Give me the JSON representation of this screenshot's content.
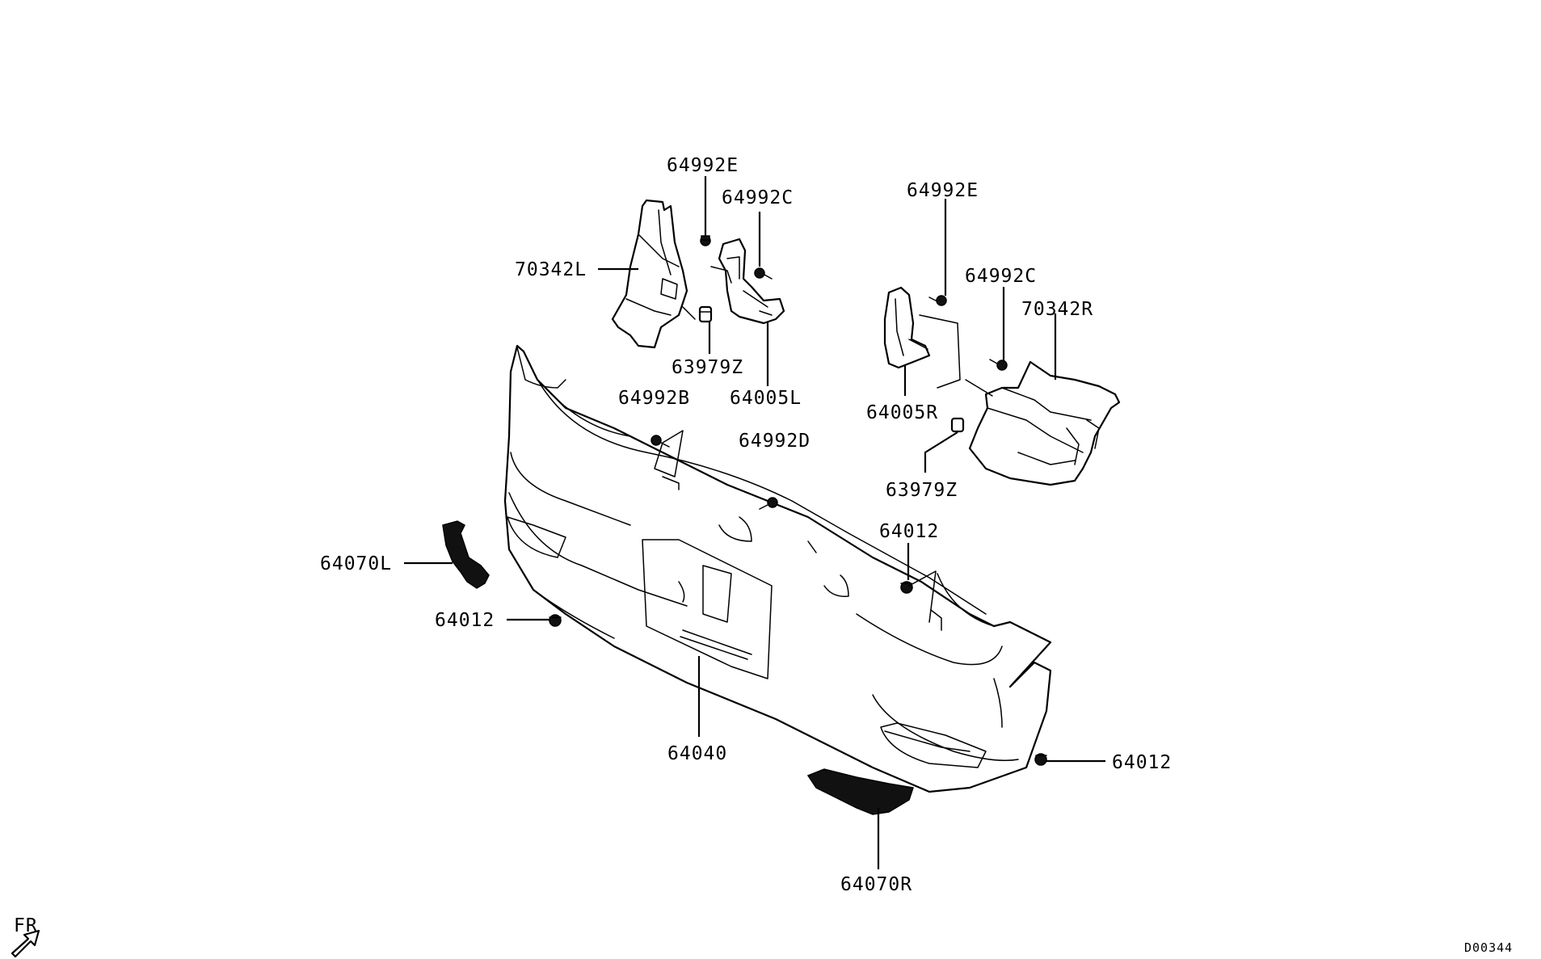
{
  "diagram": {
    "code": "D00344",
    "direction_marker": "FR",
    "labels": {
      "p64992E_left": "64992E",
      "p64992C_left": "64992C",
      "p70342L": "70342L",
      "p63979Z_left": "63979Z",
      "p64005L": "64005L",
      "p64992B": "64992B",
      "p64992D": "64992D",
      "p64992E_right": "64992E",
      "p64992C_right": "64992C",
      "p70342R": "70342R",
      "p64005R": "64005R",
      "p63979Z_right": "63979Z",
      "p64012_top": "64012",
      "p64070L": "64070L",
      "p64012_left": "64012",
      "p64040": "64040",
      "p64012_right": "64012",
      "p64070R": "64070R"
    }
  }
}
